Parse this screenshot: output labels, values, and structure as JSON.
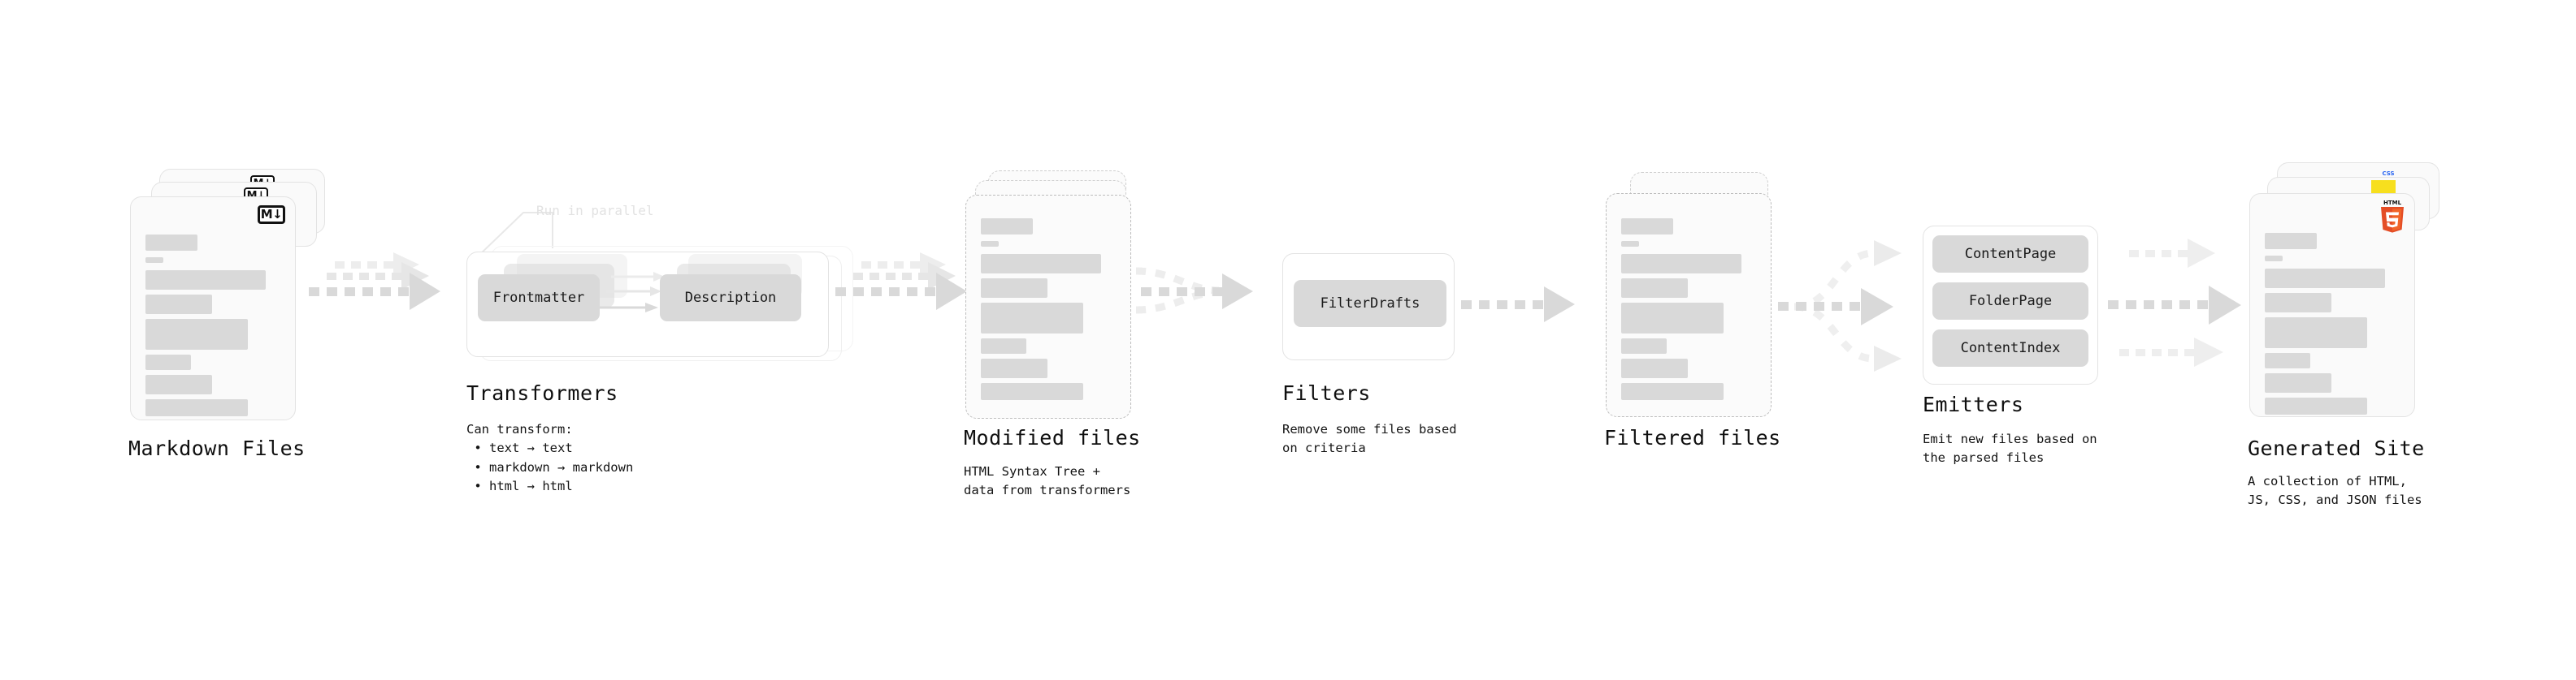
{
  "diagram": {
    "title_hidden": "",
    "background": "#ffffff",
    "accent_skeleton": "#d9d9d9",
    "accent_border": "#e3e3e3",
    "accent_arrow": "#d9d9d9"
  },
  "stages": [
    {
      "id": "markdown-files",
      "kind": "file-stack",
      "title": "Markdown Files",
      "subtitle": "",
      "badge": "M↓",
      "badge_name": "markdown-badge"
    },
    {
      "id": "transformers",
      "kind": "group",
      "title": "Transformers",
      "subtitle": "Can transform:\n • text → text\n • markdown → markdown\n • html → html",
      "callout": "Run in parallel",
      "pills": [
        "Frontmatter",
        "Description"
      ]
    },
    {
      "id": "modified-files",
      "kind": "file-stack-dashed",
      "title": "Modified files",
      "subtitle": "HTML Syntax Tree +\ndata from transformers"
    },
    {
      "id": "filters",
      "kind": "group",
      "title": "Filters",
      "subtitle": "Remove some files based\non criteria",
      "pills": [
        "FilterDrafts"
      ]
    },
    {
      "id": "filtered-files",
      "kind": "file-stack-dashed",
      "title": "Filtered files",
      "subtitle": ""
    },
    {
      "id": "emitters",
      "kind": "group",
      "title": "Emitters",
      "subtitle": "Emit new files based on\nthe parsed files",
      "pills": [
        "ContentPage",
        "FolderPage",
        "ContentIndex"
      ]
    },
    {
      "id": "generated-site",
      "kind": "file-stack",
      "title": "Generated Site",
      "subtitle": "A collection of HTML,\nJS, CSS, and JSON files",
      "badges": [
        {
          "name": "css-badge",
          "label": "CSS",
          "color": "#2965f1"
        },
        {
          "name": "js-badge",
          "label": "JS",
          "color": "#f7df1e"
        },
        {
          "name": "html5-badge",
          "label": "HTML",
          "digit": "5",
          "color": "#e44d26",
          "color_light": "#f16529"
        }
      ]
    }
  ],
  "connectors": [
    {
      "name": "arrow-markdown-to-transformers",
      "type": "dashed-triple"
    },
    {
      "name": "arrow-transformers-to-modified",
      "type": "dashed-triple"
    },
    {
      "name": "arrow-modified-to-filters",
      "type": "dashed-merge"
    },
    {
      "name": "arrow-filters-to-filtered",
      "type": "dashed-single"
    },
    {
      "name": "arrow-filtered-to-emitters",
      "type": "dashed-fanout"
    },
    {
      "name": "arrow-emitters-to-site",
      "type": "dashed-triple-parallel"
    }
  ]
}
